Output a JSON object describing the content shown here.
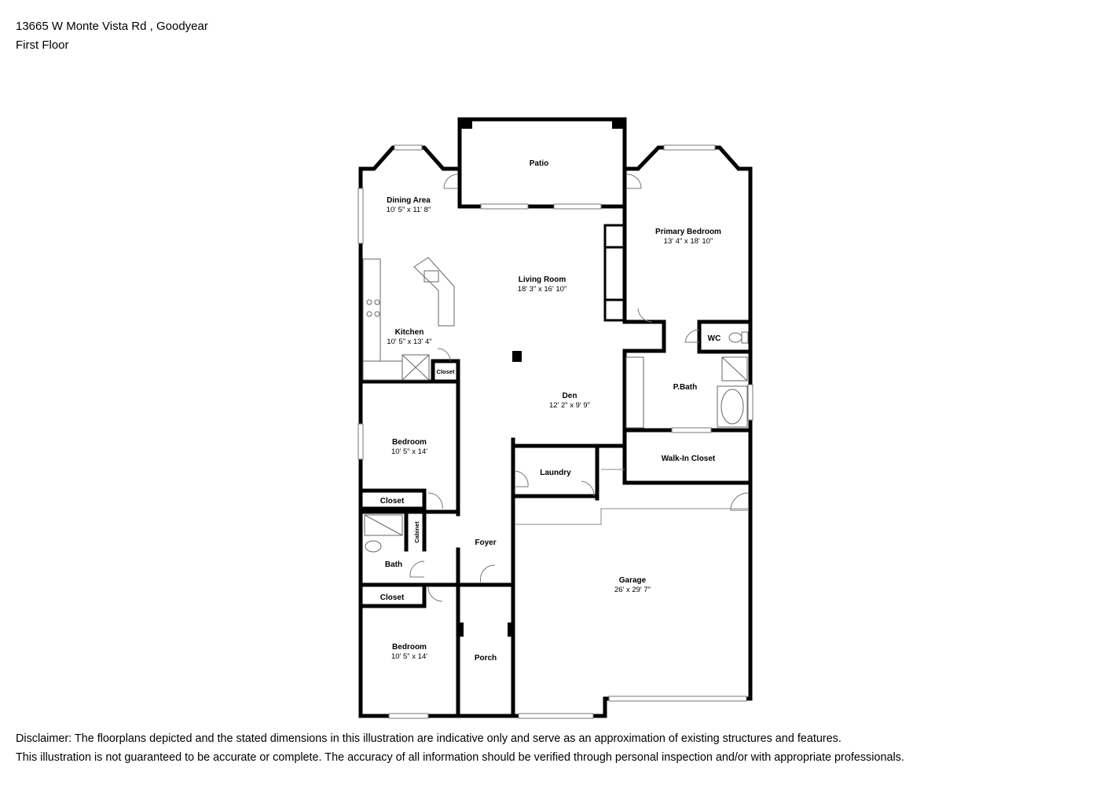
{
  "header": {
    "address": "13665 W Monte Vista Rd , Goodyear",
    "floor": "First Floor"
  },
  "rooms": {
    "patio": {
      "name": "Patio"
    },
    "dining": {
      "name": "Dining Area",
      "dims": "10' 5\" x 11' 8\""
    },
    "primary_bedroom": {
      "name": "Primary Bedroom",
      "dims": "13' 4\" x 18' 10\""
    },
    "living": {
      "name": "Living Room",
      "dims": "18' 3\" x 16' 10\""
    },
    "kitchen": {
      "name": "Kitchen",
      "dims": "10' 5\" x 13' 4\""
    },
    "kitchen_closet": {
      "name": "Closet"
    },
    "wc": {
      "name": "WC"
    },
    "pbath": {
      "name": "P.Bath"
    },
    "den": {
      "name": "Den",
      "dims": "12' 2\" x 9' 9\""
    },
    "bedroom_upper": {
      "name": "Bedroom",
      "dims": "10' 5\" x 14'"
    },
    "walkin": {
      "name": "Walk-In Closet"
    },
    "laundry": {
      "name": "Laundry"
    },
    "closet_upper": {
      "name": "Closet"
    },
    "cabinet": {
      "name": "Cabinet"
    },
    "foyer": {
      "name": "Foyer"
    },
    "bath": {
      "name": "Bath"
    },
    "garage": {
      "name": "Garage",
      "dims": "26' x 29' 7\""
    },
    "closet_lower": {
      "name": "Closet"
    },
    "bedroom_lower": {
      "name": "Bedroom",
      "dims": "10' 5\" x 14'"
    },
    "porch": {
      "name": "Porch"
    }
  },
  "disclaimer": {
    "line1": "Disclaimer: The floorplans depicted and the stated dimensions in this illustration are indicative only and serve as an approximation of existing structures and features.",
    "line2": "This illustration is not guaranteed to be accurate or complete. The accuracy of all information should be verified through personal inspection and/or with appropriate professionals."
  },
  "colors": {
    "wall": "#000000",
    "fixture": "#555555",
    "background": "#ffffff"
  }
}
